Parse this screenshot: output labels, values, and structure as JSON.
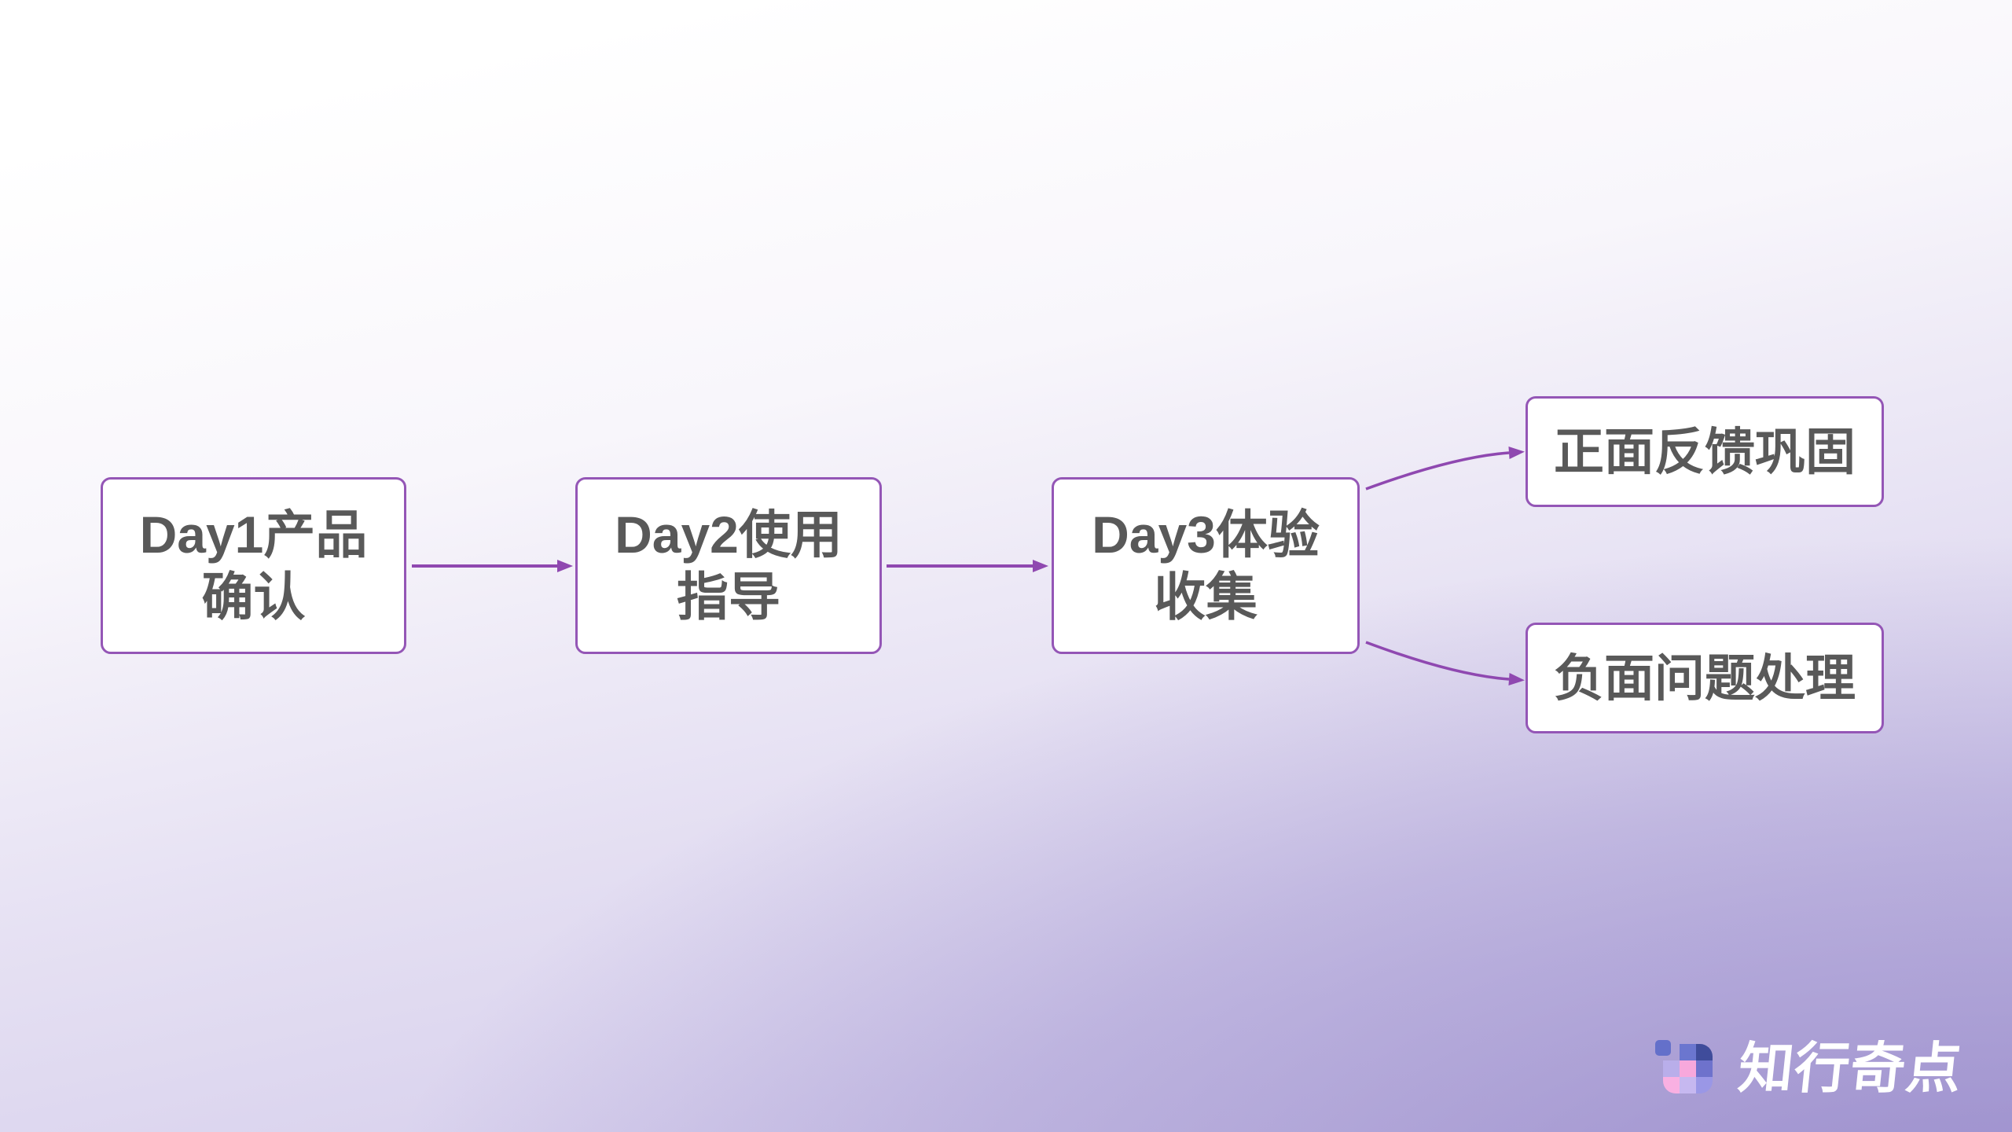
{
  "page": {
    "kind": "customer-followup-flow-slide"
  },
  "colors": {
    "box_border": "#9456b6",
    "arrow": "#8f48b0",
    "box_text": "#595959",
    "box_background": "#ffffff",
    "background_top": "#ffffff",
    "background_bottom_left": "#d9d4ee",
    "background_bottom_right": "#9c90d0",
    "logo_text": "#ffffff"
  },
  "flow": {
    "steps": [
      {
        "lines": [
          "Day1产品",
          "确认"
        ]
      },
      {
        "lines": [
          "Day2使用",
          "指导"
        ]
      },
      {
        "lines": [
          "Day3体验",
          "收集"
        ]
      }
    ],
    "outcomes": [
      {
        "label": "正面反馈巩固"
      },
      {
        "label": "负面问题处理"
      }
    ]
  },
  "logo": {
    "brand_name": "知行奇点",
    "icon_tile_colors": {
      "detached": "#6470ca",
      "top_mid": "#6b76cf",
      "top_right": "#3f4c9b",
      "mid_left": "#b9aeea",
      "mid_center": "#f7a8dc",
      "mid_right": "#6e72cc",
      "bottom_left": "#f9b0e2",
      "bottom_mid": "#c6b8f0",
      "bottom_right": "#9a97e6"
    }
  }
}
